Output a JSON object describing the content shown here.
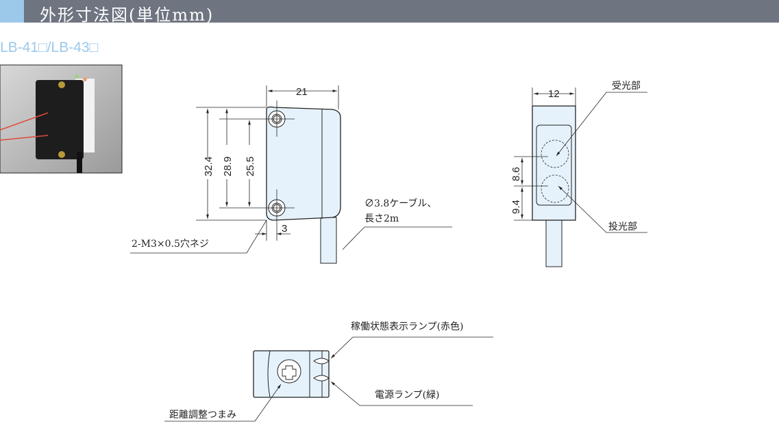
{
  "header": {
    "title": "外形寸法図(単位mm)"
  },
  "model": "LB-41□/LB-43□",
  "front_view": {
    "dim_width": "21",
    "dim_height_total": "32.4",
    "dim_height_hole_outer": "28.9",
    "dim_hole_pitch": "25.5",
    "dim_hole_offset": "3",
    "screw_label": "2-M3×0.5穴ネジ",
    "cable_label_1": "∅3.8ケーブル、",
    "cable_label_2": "長さ2m"
  },
  "side_view": {
    "dim_width": "12",
    "dim_upper": "8.6",
    "dim_lower": "9.4",
    "receiver_label": "受光部",
    "emitter_label": "投光部"
  },
  "bottom_view": {
    "status_lamp_label": "稼働状態表示ランプ(赤色)",
    "power_lamp_label": "電源ランプ(緑)",
    "knob_label": "距離調整つまみ"
  }
}
